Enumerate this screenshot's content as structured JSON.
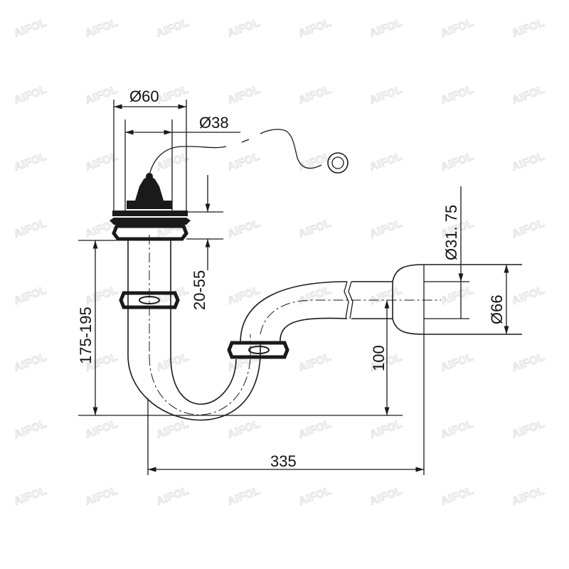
{
  "watermark": "AIFOL",
  "dimensions": {
    "flange_diameter": "Ø60",
    "inner_diameter": "Ø38",
    "adjust_height": "20-55",
    "total_height": "175-195",
    "trap_depth": "100",
    "horizontal_length": "335",
    "outlet_diameter": "Ø31. 75",
    "escutcheon_diameter": "Ø66"
  },
  "colors": {
    "line": "#1a1a1a",
    "watermark": "#d9d9d9",
    "background": "#ffffff"
  }
}
